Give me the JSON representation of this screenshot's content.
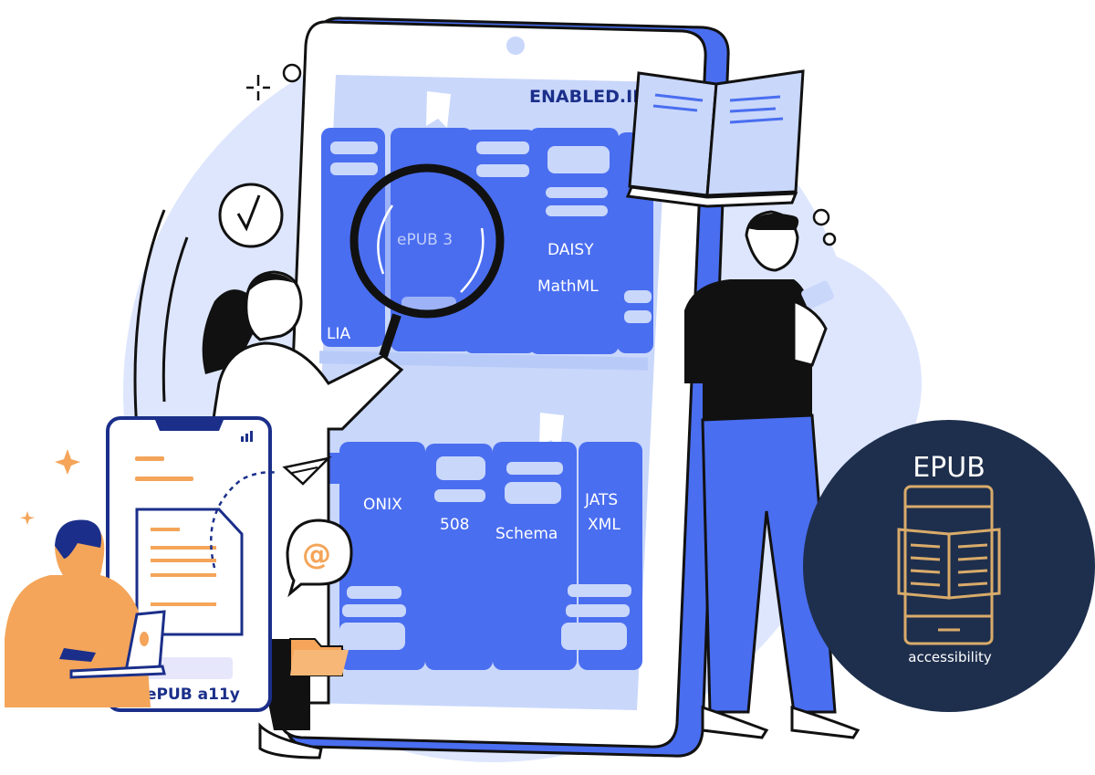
{
  "brand": "ENABLED.IN",
  "shelf_top": {
    "books": [
      "LIA",
      "ePUB 3",
      "DAISY",
      "MathML"
    ]
  },
  "shelf_bottom": {
    "books": [
      "ONIX",
      "508",
      "Schema",
      "JATS",
      "XML"
    ]
  },
  "small_phone": {
    "caption": "ePUB a11y"
  },
  "email_badge": {
    "symbol": "@"
  },
  "epub_badge": {
    "title": "EPUB",
    "subtitle": "accessibility"
  },
  "colors": {
    "primary_blue": "#4a6ef0",
    "light_blue": "#c9d7fb",
    "pale_blue": "#dde6fd",
    "navy": "#1e2f4d",
    "orange": "#f4a55a",
    "gold": "#d9ab6a",
    "ink": "#111111"
  },
  "icons": [
    "magnifier-icon",
    "clock-icon",
    "open-book-icon",
    "paper-plane-icon",
    "at-sign-icon",
    "folder-icon",
    "sparkle-icon",
    "e-reader-icon"
  ]
}
